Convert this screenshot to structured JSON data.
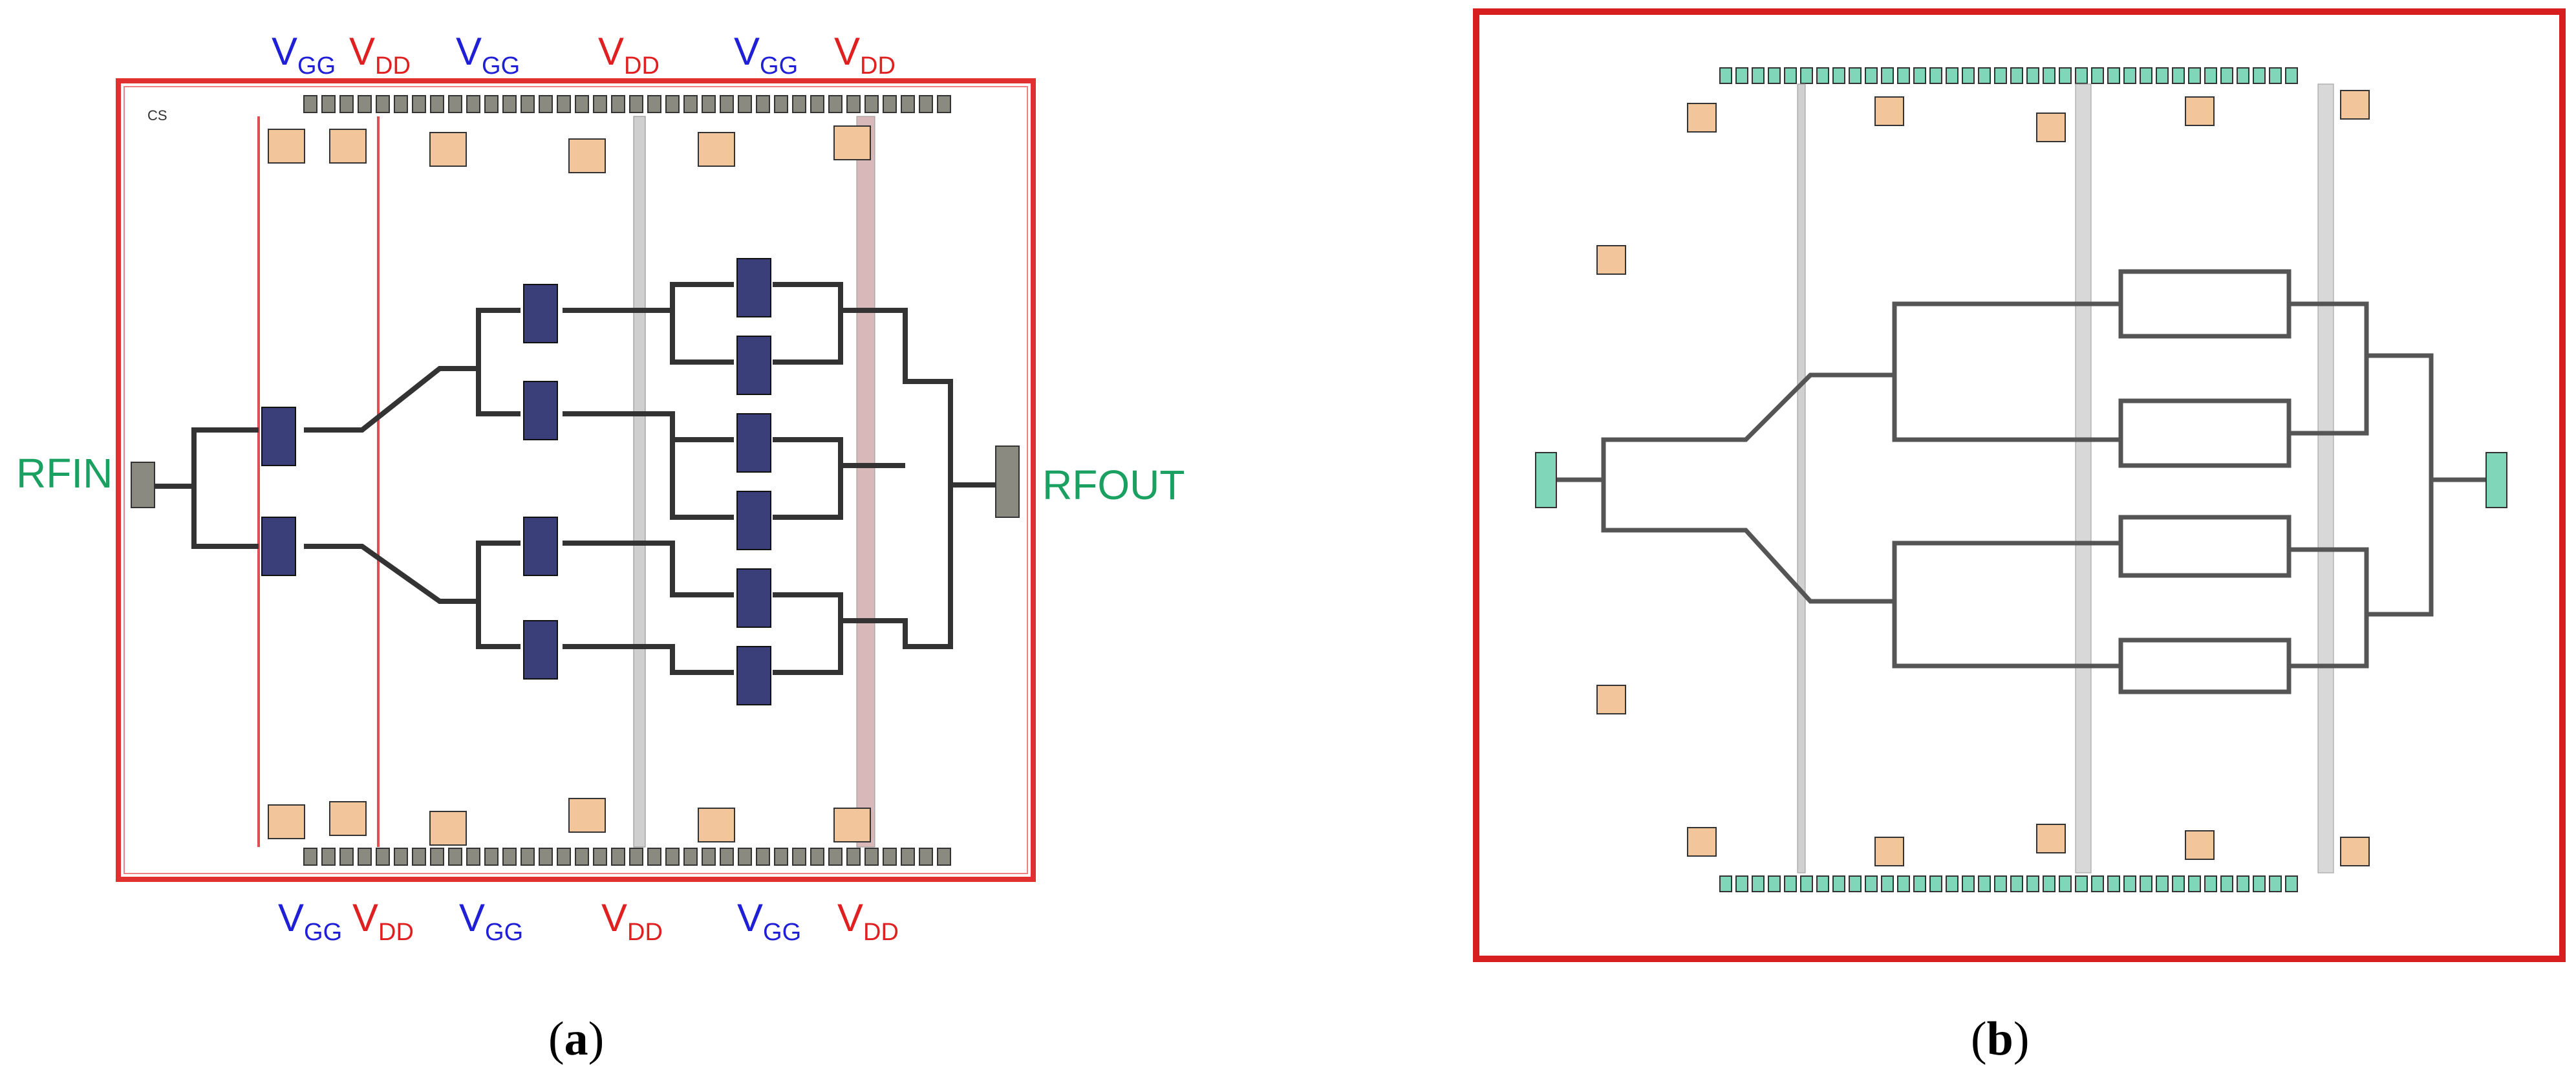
{
  "panel_a": {
    "top_labels": [
      {
        "main": "V",
        "sub": "GG",
        "color": "blue"
      },
      {
        "main": "V",
        "sub": "DD",
        "color": "red"
      },
      {
        "main": "V",
        "sub": "GG",
        "color": "blue"
      },
      {
        "main": "V",
        "sub": "DD",
        "color": "red"
      },
      {
        "main": "V",
        "sub": "GG",
        "color": "blue"
      },
      {
        "main": "V",
        "sub": "DD",
        "color": "red"
      }
    ],
    "bottom_labels": [
      {
        "main": "V",
        "sub": "GG",
        "color": "blue"
      },
      {
        "main": "V",
        "sub": "DD",
        "color": "red"
      },
      {
        "main": "V",
        "sub": "GG",
        "color": "blue"
      },
      {
        "main": "V",
        "sub": "DD",
        "color": "red"
      },
      {
        "main": "V",
        "sub": "GG",
        "color": "blue"
      },
      {
        "main": "V",
        "sub": "DD",
        "color": "red"
      }
    ],
    "rfin_label": "RFIN",
    "rfout_label": "RFOUT",
    "corner_text": "CS",
    "caption_open": "(",
    "caption_letter": "a",
    "caption_close": ")"
  },
  "panel_b": {
    "caption_open": "(",
    "caption_letter": "b",
    "caption_close": ")"
  },
  "colors": {
    "frame_red": "#e03030",
    "pad": "#8a8a80",
    "component": "#f2c59a",
    "trace": "#333333",
    "panel_b_pad": "#7fd6b8"
  }
}
